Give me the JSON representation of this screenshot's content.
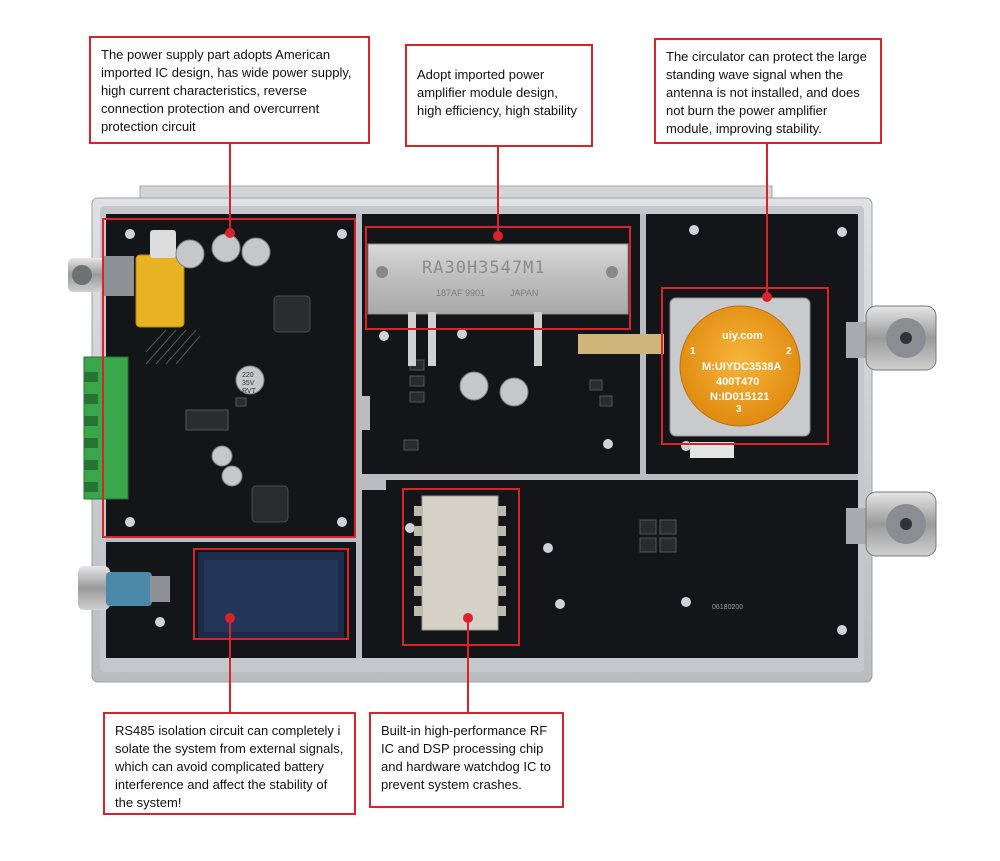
{
  "callouts": {
    "power_supply": "The power supply part adopts American imported IC design, has wide power supply, high current characteristics, reverse connection protection and overcurrent protection circuit",
    "amplifier": "Adopt imported power amplifier module design, high efficiency, high stability",
    "circulator": "The circulator can protect the large standing wave signal when the antenna is not installed, and does not burn the power amplifier module, improving stability.",
    "rs485": "RS485 isolation circuit can completely i solate the system from external signals, which can avoid complicated battery interference and affect the stability of the system!",
    "rf_ic": "Built-in high-performance RF IC and DSP processing chip and hardware watchdog IC to prevent system crashes."
  },
  "board_markings": {
    "pa_module_model": "RA30H3547M1",
    "pa_module_origin": "JAPAN",
    "pa_module_code": "187AF 9901",
    "circulator_brand": "uiy.com",
    "circulator_model": "M:UIYDC3538A",
    "circulator_freq": "400T470",
    "circulator_id": "N:ID015121",
    "circulator_port1": "1",
    "circulator_port2": "2",
    "circulator_port3": "3",
    "cap_label": "220 35V RVT",
    "serial": "06180200"
  },
  "colors": {
    "accent": "#d8232a",
    "pcb": "#111214",
    "chassis": "#c9ccd0",
    "terminal_green": "#3aa64a",
    "circulator_gold": "#f0a21e"
  }
}
